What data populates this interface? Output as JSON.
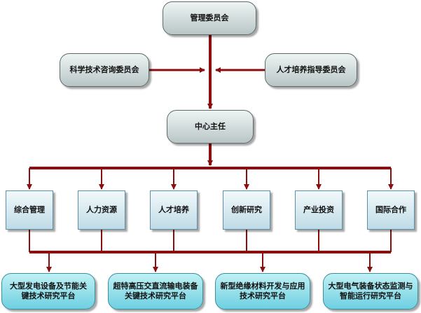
{
  "top": {
    "committee": "管理委员会"
  },
  "advisory": {
    "left": "科学技术咨询委员会",
    "right": "人才培养指导委员会"
  },
  "center": {
    "director": "中心主任"
  },
  "departments": [
    "综合管理",
    "人力资源",
    "人才培养",
    "创新研究",
    "产业投资",
    "国际合作"
  ],
  "platforms": [
    "大型发电设备及节能关键技术研究平台",
    "超特高压交直流输电装备关键技术研究平台",
    "新型绝缘材料开发与应用技术研究平台",
    "大型电气装备状态监测与智能运行研究平台"
  ],
  "colors": {
    "line": "#8b0f0f",
    "node_border": "#5b6b6b"
  }
}
